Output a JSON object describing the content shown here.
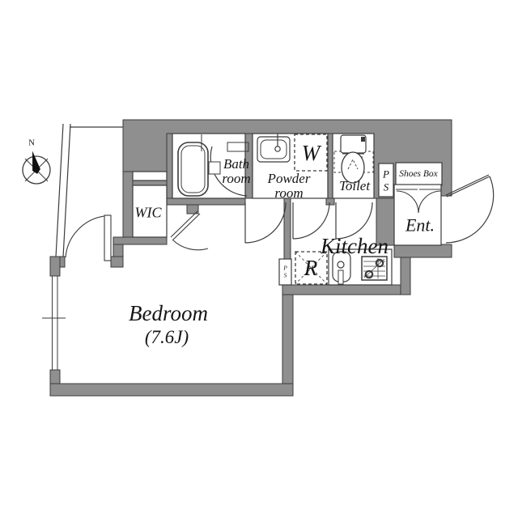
{
  "plan": {
    "compass": {
      "north_label": "N"
    },
    "rooms": {
      "bedroom": {
        "name": "Bedroom",
        "size": "(7.6J)"
      },
      "kitchen": {
        "name": "Kitchen"
      },
      "wic": {
        "name": "WIC"
      },
      "bathroom": {
        "line1": "Bath",
        "line2": "room"
      },
      "powder_room": {
        "line1": "Powder",
        "line2": "room"
      },
      "toilet": {
        "name": "Toilet"
      },
      "entrance": {
        "name": "Ent."
      },
      "shoes_box": {
        "name": "Shoes Box"
      }
    },
    "fixtures": {
      "washing_machine": "W",
      "refrigerator": "R",
      "pipe_shaft_upper": {
        "line1": "P",
        "line2": "S"
      },
      "pipe_shaft_lower": {
        "line1": "P",
        "line2": "S"
      }
    },
    "colors": {
      "wall_fill": "#8f8f8f",
      "line": "#3b3b3b",
      "text": "#161616"
    }
  }
}
